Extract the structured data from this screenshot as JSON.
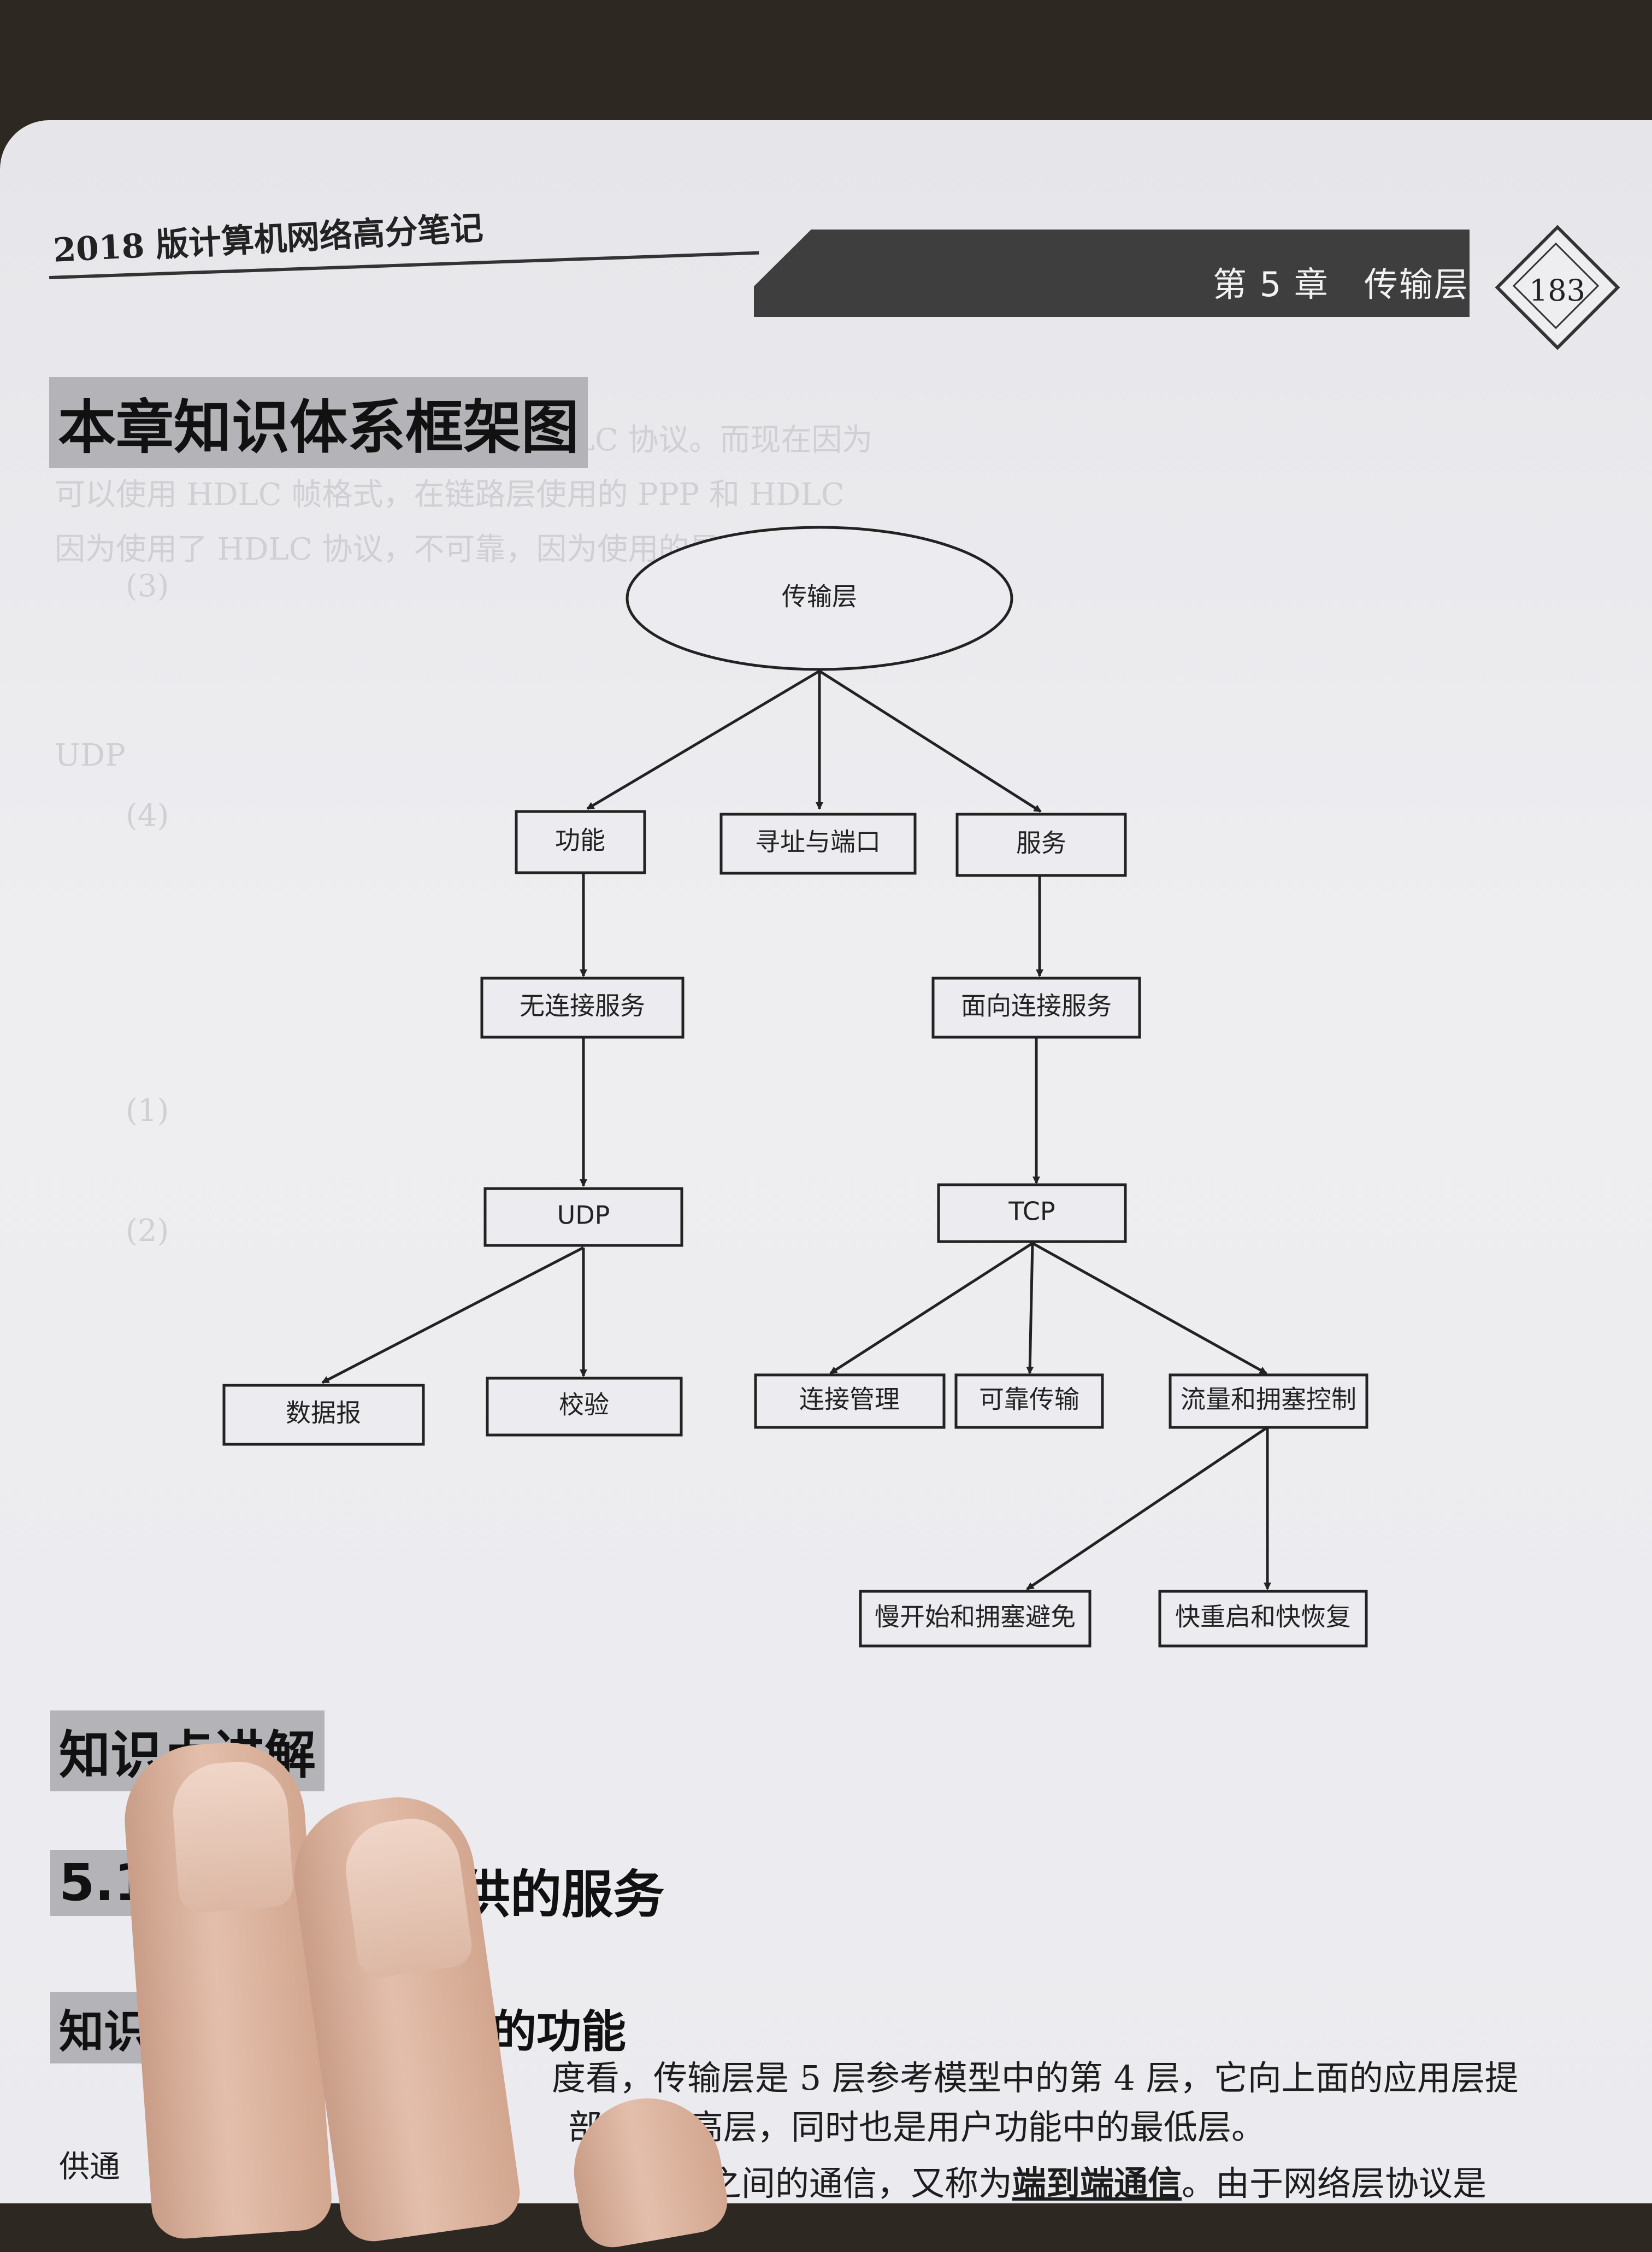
{
  "header": {
    "book_title": "2018 版计算机网络高分笔记",
    "chapter": "第 5 章　传输层",
    "page_number": "183"
  },
  "headings": {
    "framework": "本章知识体系框架图",
    "knowledge": "知识点讲解",
    "section_visible_start": "5.1",
    "section_visible_end": "供的服务",
    "sub_visible_start": "知识",
    "sub_visible_end": "的功能"
  },
  "diagram": {
    "root": "传输层",
    "func": "功能",
    "addr": "寻址与端口",
    "service": "服务",
    "connless": "无连接服务",
    "connoriented": "面向连接服务",
    "udp": "UDP",
    "tcp": "TCP",
    "datagram": "数据报",
    "checksum": "校验",
    "connmgmt": "连接管理",
    "reliable": "可靠传输",
    "flowctrl": "流量和拥塞控制",
    "slowstart": "慢开始和拥塞避免",
    "fastretx": "快重启和快恢复"
  },
  "body": {
    "line1_end": "度看，传输层是 5 层参考模型中的第 4 层，它向上面的应用层提",
    "line2_start": "供通",
    "line2_mid": "部",
    "line2_end": "最高层，同时也是用户功能中的最低层。",
    "line3_pre": "之间的通信，又称为",
    "line3_term": "端到端通信",
    "line3_post": "。由于网络层协议是"
  },
  "ghost_text": [
    "链路层可靠，是因为链路层使用了 HDLC 协议。而现在因为",
    "可以使用 HDLC 帧格式，在链路层使用的 PPP 和 HDLC",
    "因为使用了 HDLC 协议，不可靠，因为使用的是 PPP 协议",
    "(3)",
    "UDP",
    "(4)",
    "(1)",
    "(2)"
  ]
}
